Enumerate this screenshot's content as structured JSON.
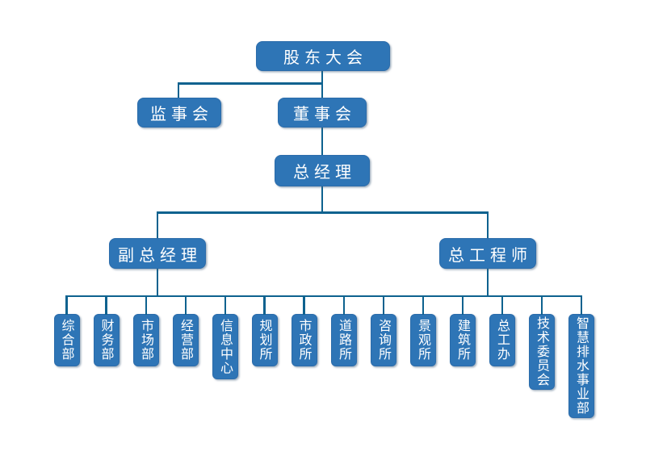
{
  "org_chart": {
    "nodes": {
      "root": {
        "label": "股东大会"
      },
      "level2": [
        {
          "label": "监事会"
        },
        {
          "label": "董事会"
        }
      ],
      "level3": [
        {
          "label": "总经理"
        }
      ],
      "level4": [
        {
          "label": "副总经理"
        },
        {
          "label": "总工程师"
        }
      ],
      "level5": [
        {
          "label": "综合部"
        },
        {
          "label": "财务部"
        },
        {
          "label": "市场部"
        },
        {
          "label": "经营部"
        },
        {
          "label": "信息中心"
        },
        {
          "label": "规划所"
        },
        {
          "label": "市政所"
        },
        {
          "label": "道路所"
        },
        {
          "label": "咨询所"
        },
        {
          "label": "景观所"
        },
        {
          "label": "建筑所"
        },
        {
          "label": "总工办"
        },
        {
          "label": "技术委员会"
        },
        {
          "label": "智慧排水事业部"
        }
      ]
    },
    "colors": {
      "node_fill": "#2e75b6",
      "node_border": "#2b6cab",
      "node_text": "#ffffff",
      "connector": "#0e628f",
      "background": "#ffffff"
    }
  }
}
